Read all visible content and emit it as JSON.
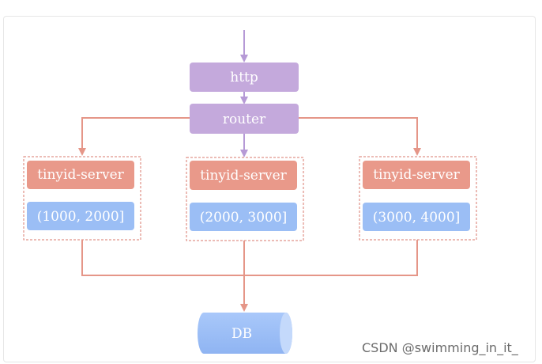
{
  "nodes": {
    "http": "http",
    "router": "router",
    "servers": [
      {
        "label": "tinyid-server",
        "range": "(1000, 2000]"
      },
      {
        "label": "tinyid-server",
        "range": "(2000, 3000]"
      },
      {
        "label": "tinyid-server",
        "range": "(3000, 4000]"
      }
    ],
    "db": "DB"
  },
  "colors": {
    "purple_box": "#c4a9dc",
    "purple_line": "#b69ad6",
    "server_box": "#e9998a",
    "range_box": "#9bbef5",
    "connector": "#e59688",
    "dashed_border": "#d9796c"
  },
  "watermark": "CSDN @swimming_in_it_"
}
